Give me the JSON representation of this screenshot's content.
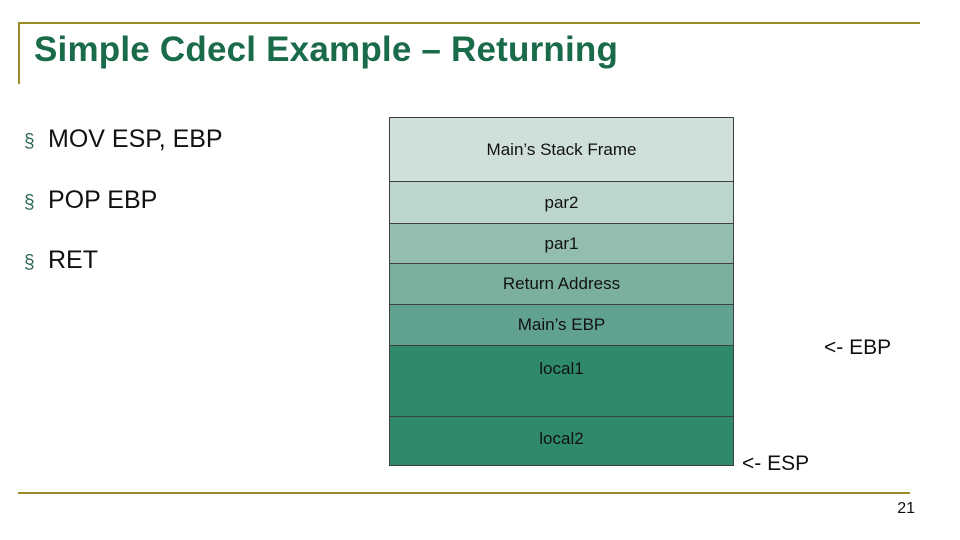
{
  "slide": {
    "title": "Simple Cdecl Example – Returning",
    "page_number": "21",
    "accent_rule_color": "#9a8a24",
    "title_color": "#1a6b4a"
  },
  "bullets": [
    {
      "marker": "§",
      "text": "MOV ESP, EBP"
    },
    {
      "marker": "§",
      "text": "POP EBP"
    },
    {
      "marker": "§",
      "text": "RET"
    }
  ],
  "stack": {
    "frames": [
      {
        "label": "Main’s Stack Frame",
        "color": "#cfe0da",
        "height": 64
      },
      {
        "label": "par2",
        "color": "#bcd6ce",
        "height": 42
      },
      {
        "label": "par1",
        "color": "#93bdb0",
        "height": 40
      },
      {
        "label": "Return Address",
        "color": "#7bb0a1",
        "height": 41
      },
      {
        "label": "Main’s EBP",
        "color": "#61a190",
        "height": 41
      },
      {
        "label": "local1",
        "color": "#2f8a6d",
        "height": 71
      },
      {
        "label": "local2",
        "color": "#2f8a6d",
        "height": 50
      }
    ]
  },
  "pointers": {
    "ebp": "<- EBP",
    "esp": "<- ESP"
  }
}
